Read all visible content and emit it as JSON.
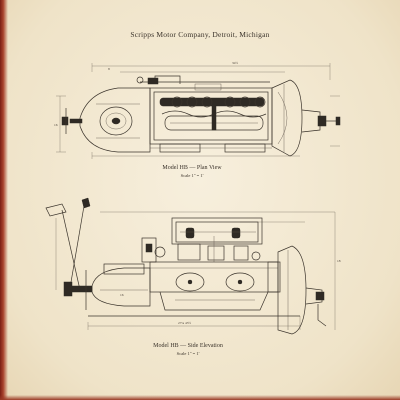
{
  "document": {
    "header": "Scripps Motor Company, Detroit, Michigan",
    "figures": [
      {
        "title": "Model HB — Plan View",
        "scale": "Scale 1\" = 1'"
      },
      {
        "title": "Model HB — Side Elevation",
        "scale": "Scale 1\" = 1'"
      }
    ]
  },
  "colors": {
    "paper": "#f3ead6",
    "ink": "#2b2520",
    "edge": "#a8432d"
  }
}
